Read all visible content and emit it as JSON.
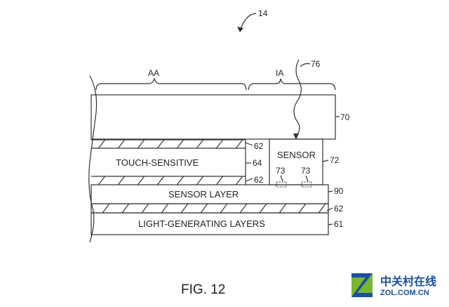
{
  "figure": {
    "ref_main": "14",
    "caption": "FIG. 12",
    "regions": {
      "active_area": "AA",
      "inactive_area": "IA"
    },
    "light_ref": "76",
    "layers": [
      {
        "ref": "70",
        "label": ""
      },
      {
        "ref": "62",
        "label": ""
      },
      {
        "ref": "64",
        "label": "TOUCH-SENSITIVE"
      },
      {
        "ref": "62",
        "label": ""
      },
      {
        "ref": "90",
        "label": "SENSOR LAYER"
      },
      {
        "ref": "62",
        "label": ""
      },
      {
        "ref": "61",
        "label": "LIGHT-GENERATING LAYERS"
      }
    ],
    "sensor": {
      "ref": "72",
      "label": "SENSOR",
      "element_ref_a": "73",
      "element_ref_b": "73"
    }
  },
  "watermark": {
    "cn": "中关村在线",
    "en": "ZOL.COM.CN",
    "colors": {
      "blue": "#1b4fa0",
      "green": "#7ab534"
    }
  }
}
